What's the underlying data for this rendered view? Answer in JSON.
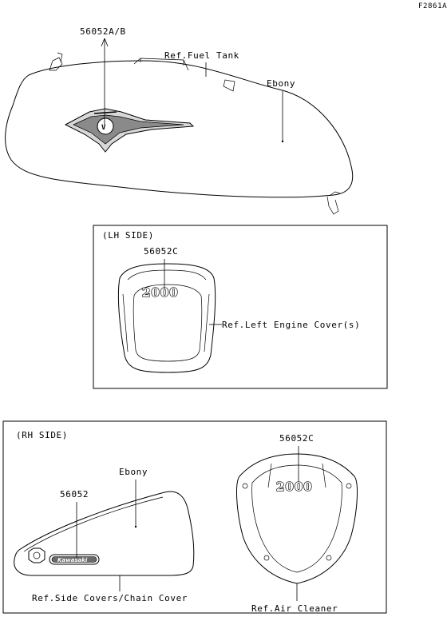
{
  "figure_code": "F2861A",
  "top": {
    "part_number": "56052A/B",
    "ref_label": "Ref.Fuel Tank",
    "color_label": "Ebony"
  },
  "lh_panel": {
    "title": "(LH SIDE)",
    "part_number": "56052C",
    "ref_label": "Ref.Left Engine Cover(s)",
    "emblem_text": "2000"
  },
  "rh_panel": {
    "title": "(RH SIDE)",
    "side_cover": {
      "part_number": "56052",
      "color_label": "Ebony",
      "ref_label": "Ref.Side Covers/Chain Cover",
      "emblem_text": "Kawasaki"
    },
    "air_cleaner": {
      "part_number": "56052C",
      "ref_label": "Ref.Air Cleaner",
      "emblem_text": "2000"
    }
  }
}
